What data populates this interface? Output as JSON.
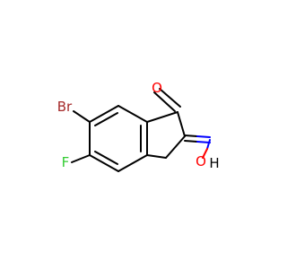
{
  "molecule": {
    "atom_labels": {
      "bromine": "Br",
      "fluorine": "F",
      "carbonyl_oxygen": "O",
      "hydroxyl_oxygen": "O",
      "hydroxyl_hydrogen": "H"
    },
    "colors": {
      "bond": "#000000",
      "bromine": "#a52a2a",
      "fluorine": "#33cc33",
      "oxygen": "#ff0000",
      "nitrogen": "#0000ff",
      "hydrogen": "#000000"
    }
  }
}
